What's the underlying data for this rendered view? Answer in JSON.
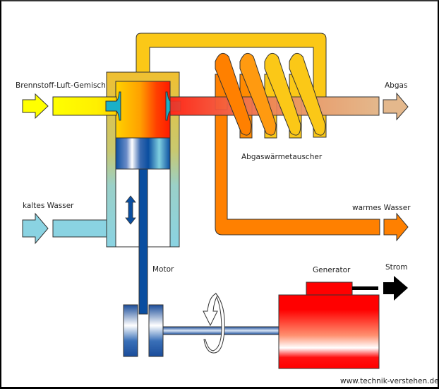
{
  "diagram": {
    "title": "Blockheizkraftwerk",
    "labels": {
      "fuel_air": "Brennstoff-Luft-Gemisch",
      "exhaust": "Abgas",
      "heat_exchanger": "Abgaswärmetauscher",
      "cold_water": "kaltes Wasser",
      "warm_water": "warmes Wasser",
      "motor": "Motor",
      "generator": "Generator",
      "power": "Strom",
      "credit": "www.technik-verstehen.de"
    },
    "colors": {
      "fuel_air": "#ffff00",
      "exhaust_hot": "#ff2a1a",
      "exhaust_cool": "#e4b88c",
      "cold_water": "#8ad3e2",
      "warm_water": "#ff8000",
      "hot_loop": "#fbc817",
      "piston_blue": "#0a4ea0",
      "generator_red": "#ff0000",
      "power": "#000000"
    }
  }
}
